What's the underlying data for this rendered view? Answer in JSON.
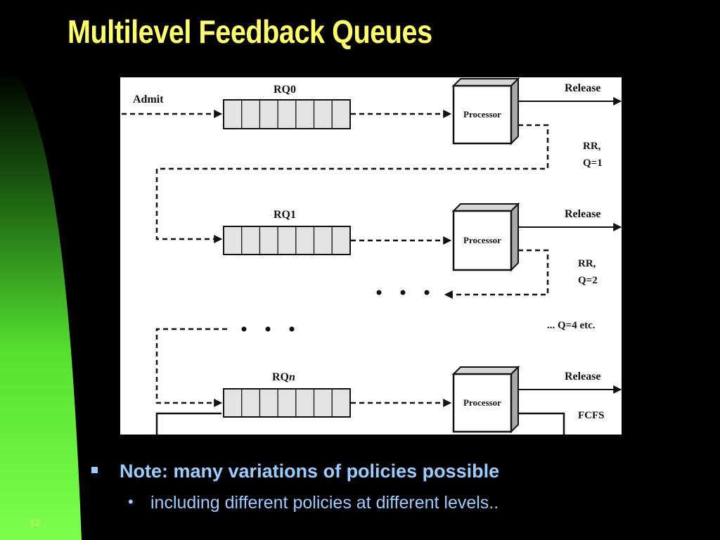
{
  "slide": {
    "title": "Multilevel Feedback Queues",
    "page_number": "12",
    "colors": {
      "background": "#000000",
      "title": "#ffff66",
      "accent_green": "#66ff33",
      "bullet_text": "#99ccff"
    }
  },
  "diagram": {
    "admit_label": "Admit",
    "queues": [
      {
        "label": "RQ0",
        "processor": "Processor",
        "release": "Release",
        "policy_line1": "RR,",
        "policy_line2": "Q=1"
      },
      {
        "label": "RQ1",
        "processor": "Processor",
        "release": "Release",
        "policy_line1": "RR,",
        "policy_line2": "Q=2"
      },
      {
        "label_main": "RQ",
        "label_sub": "n",
        "processor": "Processor",
        "release": "Release",
        "policy_line1": "FCFS"
      }
    ],
    "continuation_note": "... Q=4  etc."
  },
  "bullets": {
    "main": "Note: many variations of policies possible",
    "sub": "including different policies at different levels.."
  }
}
